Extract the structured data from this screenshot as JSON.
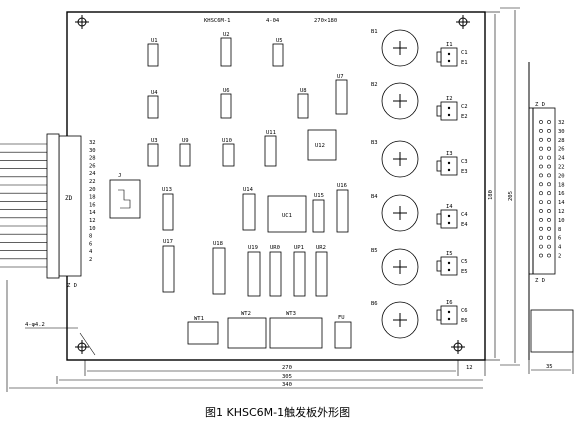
{
  "board": {
    "model": "KHSC6M-1",
    "code": "4-04",
    "size": "270×180",
    "hole_note": "4-φ4.2"
  },
  "chips": {
    "U1": "U1",
    "U2": "U2",
    "U5": "U5",
    "U4": "U4",
    "U6": "U6",
    "U8": "U8",
    "U7": "U7",
    "U3": "U3",
    "U9": "U9",
    "U10": "U10",
    "U11": "U11",
    "U12": "U12",
    "J": "J",
    "U13": "U13",
    "U14": "U14",
    "U15": "U15",
    "U16": "U16",
    "UC1": "UC1",
    "U17": "U17",
    "U18": "U18",
    "U19": "U19",
    "UR0": "UR0",
    "UP1": "UP1",
    "UR2": "UR2",
    "WT1": "WT1",
    "WT2": "WT2",
    "WT3": "WT3",
    "FU": "FU"
  },
  "pulse_transformers": [
    "B1",
    "B2",
    "B3",
    "B4",
    "B5",
    "B6"
  ],
  "outputs": [
    {
      "i": "I1",
      "c": "C1",
      "e": "E1"
    },
    {
      "i": "I2",
      "c": "C2",
      "e": "E2"
    },
    {
      "i": "I3",
      "c": "C3",
      "e": "E3"
    },
    {
      "i": "I4",
      "c": "C4",
      "e": "E4"
    },
    {
      "i": "I5",
      "c": "C5",
      "e": "E5"
    },
    {
      "i": "I6",
      "c": "C6",
      "e": "E6"
    }
  ],
  "left_connector": {
    "label": "ZD",
    "side_label": "Z  D",
    "pins": [
      "32",
      "30",
      "28",
      "26",
      "24",
      "22",
      "20",
      "18",
      "16",
      "14",
      "12",
      "10",
      "8",
      "6",
      "4",
      "2"
    ]
  },
  "right_connector": {
    "top_label": "Z  D",
    "bottom_label": "Z  D",
    "pins": [
      "32",
      "30",
      "28",
      "26",
      "24",
      "22",
      "20",
      "18",
      "16",
      "14",
      "12",
      "10",
      "8",
      "6",
      "4",
      "2"
    ]
  },
  "dimensions": {
    "width_inner": "270",
    "width_mid": "305",
    "width_outer": "340",
    "left_offset": "12",
    "height_inner": "180",
    "height_outer": "205",
    "connector_depth": "35"
  },
  "caption": "图1    KHSC6M-1触发板外形图"
}
